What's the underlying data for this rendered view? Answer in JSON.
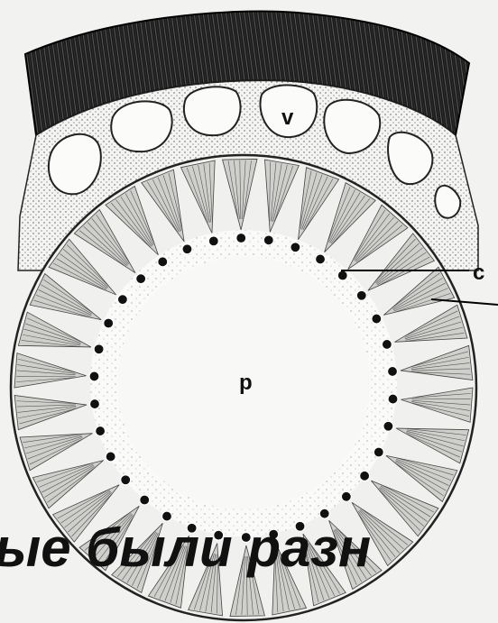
{
  "diagram": {
    "labels": {
      "vacuole": "v",
      "cell": "c",
      "pith": "p"
    }
  },
  "caption": {
    "text": "ые были разн"
  }
}
